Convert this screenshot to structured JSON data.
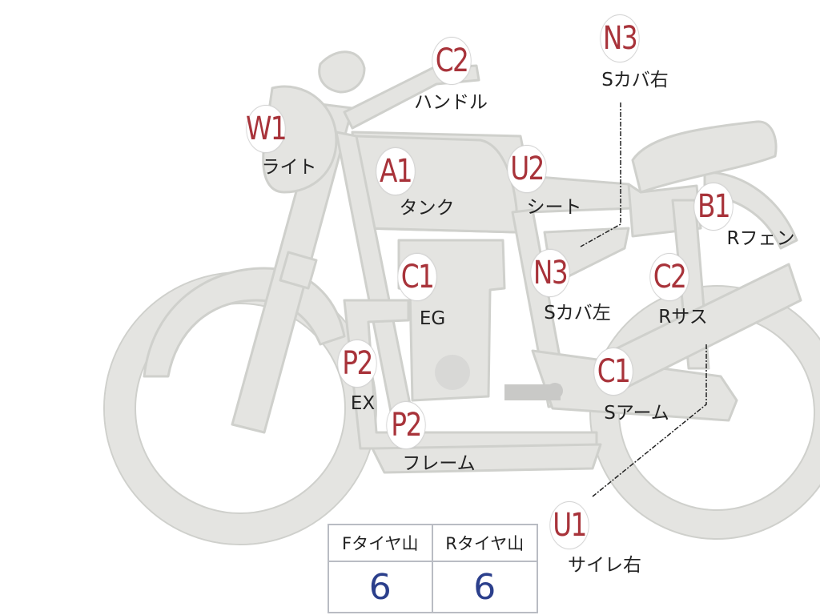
{
  "colors": {
    "body_fill": "#e4e4e1",
    "body_stroke": "#cfd0cc",
    "code_red": "#a8333a",
    "value_blue": "#2b3f8c"
  },
  "parts": [
    {
      "code": "C2",
      "label": "ハンドル"
    },
    {
      "code": "W1",
      "label": "ライト"
    },
    {
      "code": "A1",
      "label": "タンク"
    },
    {
      "code": "U2",
      "label": "シート"
    },
    {
      "code": "N3",
      "label": "Sカバ右"
    },
    {
      "code": "B1",
      "label": "Rフェン"
    },
    {
      "code": "C1",
      "label": "EG"
    },
    {
      "code": "N3",
      "label": "Sカバ左"
    },
    {
      "code": "C2",
      "label": "Rサス"
    },
    {
      "code": "P2",
      "label": "EX"
    },
    {
      "code": "C1",
      "label": "Sアーム"
    },
    {
      "code": "P2",
      "label": "フレーム"
    },
    {
      "code": "U1",
      "label": "サイレ右"
    }
  ],
  "tires": {
    "front_label": "Fタイヤ山",
    "front_value": "6",
    "rear_label": "Rタイヤ山",
    "rear_value": "6"
  }
}
